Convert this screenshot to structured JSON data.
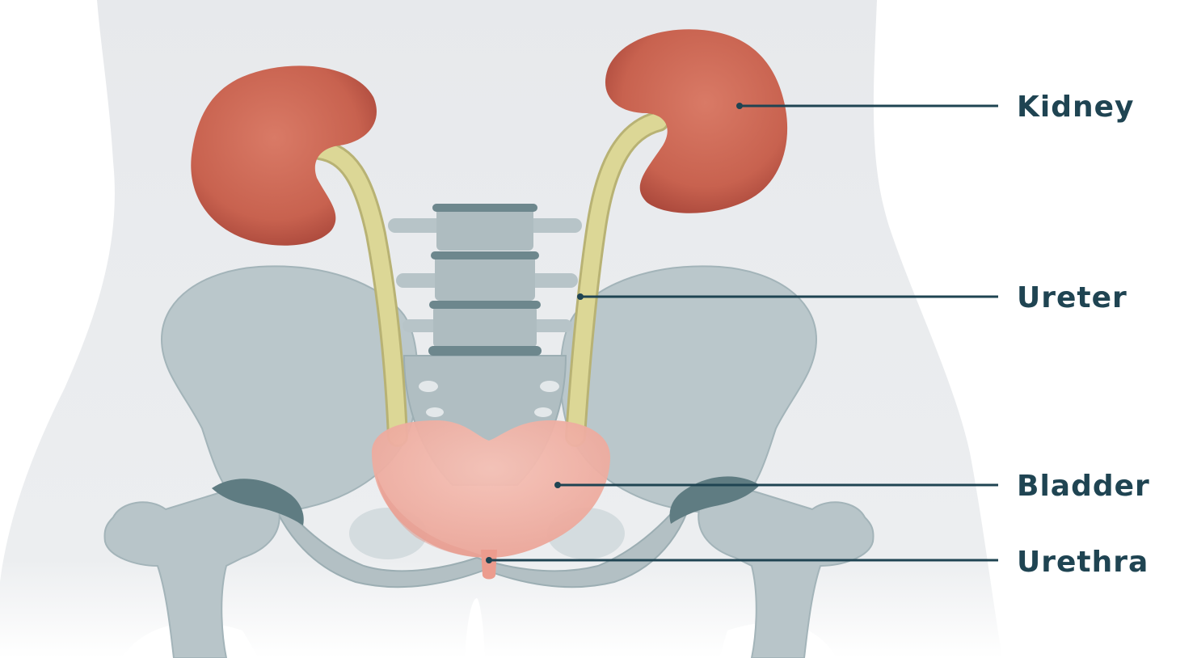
{
  "diagram": {
    "labels": [
      {
        "id": "kidney",
        "text": "Kidney"
      },
      {
        "id": "ureter",
        "text": "Ureter"
      },
      {
        "id": "bladder",
        "text": "Bladder"
      },
      {
        "id": "urethra",
        "text": "Urethra"
      }
    ]
  },
  "colors": {
    "background": "#ffffff",
    "body": "#e9ebee",
    "bone": "#b6c3c7",
    "bone_dark": "#8fa2a8",
    "cartilage": "#5d7a80",
    "kidney": "#cc6a57",
    "kidney_dark": "#a9483a",
    "ureter": "#d9d494",
    "bladder": "#f2b3a8",
    "bladder_top": "#e6968a",
    "urethra": "#ea9b8d",
    "label_text": "#1f4452",
    "leader_line": "#1f4452"
  }
}
